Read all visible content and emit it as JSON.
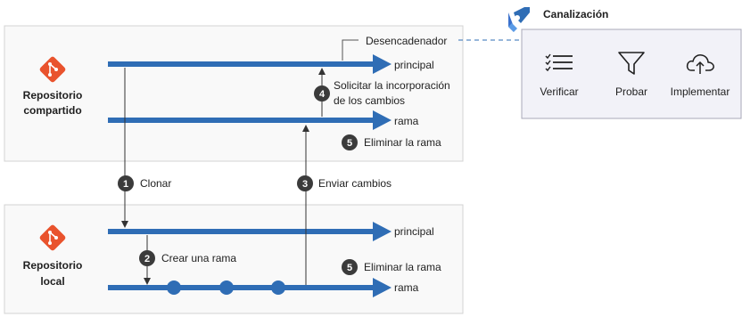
{
  "shared_repo": {
    "label_line1": "Repositorio",
    "label_line2": "compartido"
  },
  "local_repo": {
    "label_line1": "Repositorio",
    "label_line2": "local"
  },
  "branches": {
    "shared_main": "principal",
    "shared_branch": "rama",
    "local_main": "principal",
    "local_branch": "rama"
  },
  "steps": [
    {
      "number": "1",
      "text": "Clonar"
    },
    {
      "number": "2",
      "text": "Crear una rama"
    },
    {
      "number": "3",
      "text": "Enviar cambios"
    },
    {
      "number": "4",
      "text_line1": "Solicitar la incorporación",
      "text_line2": "de los cambios"
    },
    {
      "number": "5",
      "text": "Eliminar la rama"
    },
    {
      "number": "5",
      "text": "Eliminar la rama"
    }
  ],
  "trigger": {
    "text": "Desencadenador"
  },
  "pipeline": {
    "title": "Canalización",
    "tasks": [
      {
        "icon": "checklist-icon",
        "label": "Verificar"
      },
      {
        "icon": "funnel-icon",
        "label": "Probar"
      },
      {
        "icon": "cloud-upload-icon",
        "label": "Implementar"
      }
    ]
  },
  "colors": {
    "arrow_blue": "#2f6db5",
    "git_orange": "#e9532d",
    "panel_border": "#d3d3d3",
    "panel_fill": "#f9f9f9",
    "pipeline_fill": "#f2f2f8",
    "step_badge": "#3b3b3b"
  }
}
